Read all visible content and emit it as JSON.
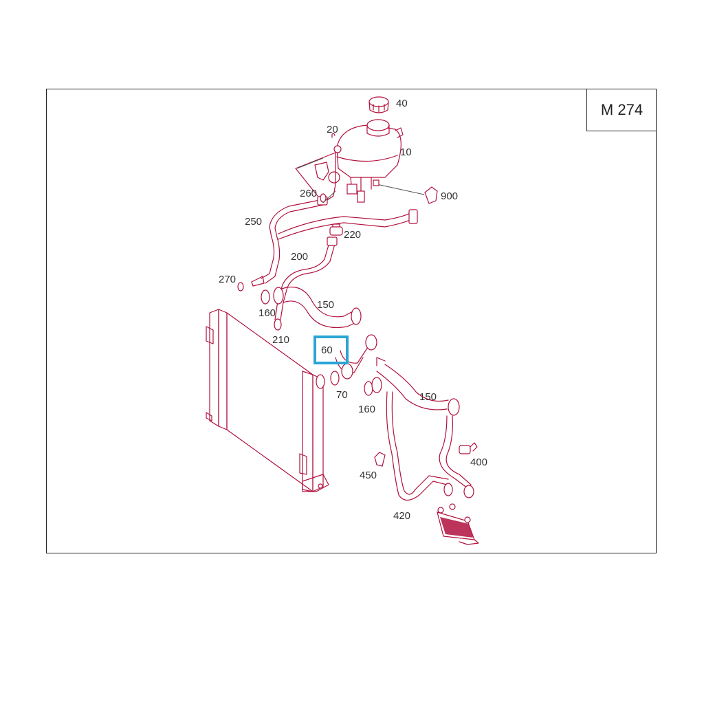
{
  "engine_code": "M 274",
  "callouts": {
    "c40": "40",
    "c20": "20",
    "c10": "10",
    "c900": "900",
    "c260": "260",
    "c250": "250",
    "c220": "220",
    "c200": "200",
    "c270": "270",
    "c150a": "150",
    "c160a": "160",
    "c210": "210",
    "c60": "60",
    "c70": "70",
    "c160b": "160",
    "c150b": "150",
    "c400": "400",
    "c450": "450",
    "c420": "420"
  },
  "highlighted_part": "60",
  "colors": {
    "line_art": "#b0103c",
    "highlight": "#2ba4d6",
    "frame": "#222222"
  }
}
